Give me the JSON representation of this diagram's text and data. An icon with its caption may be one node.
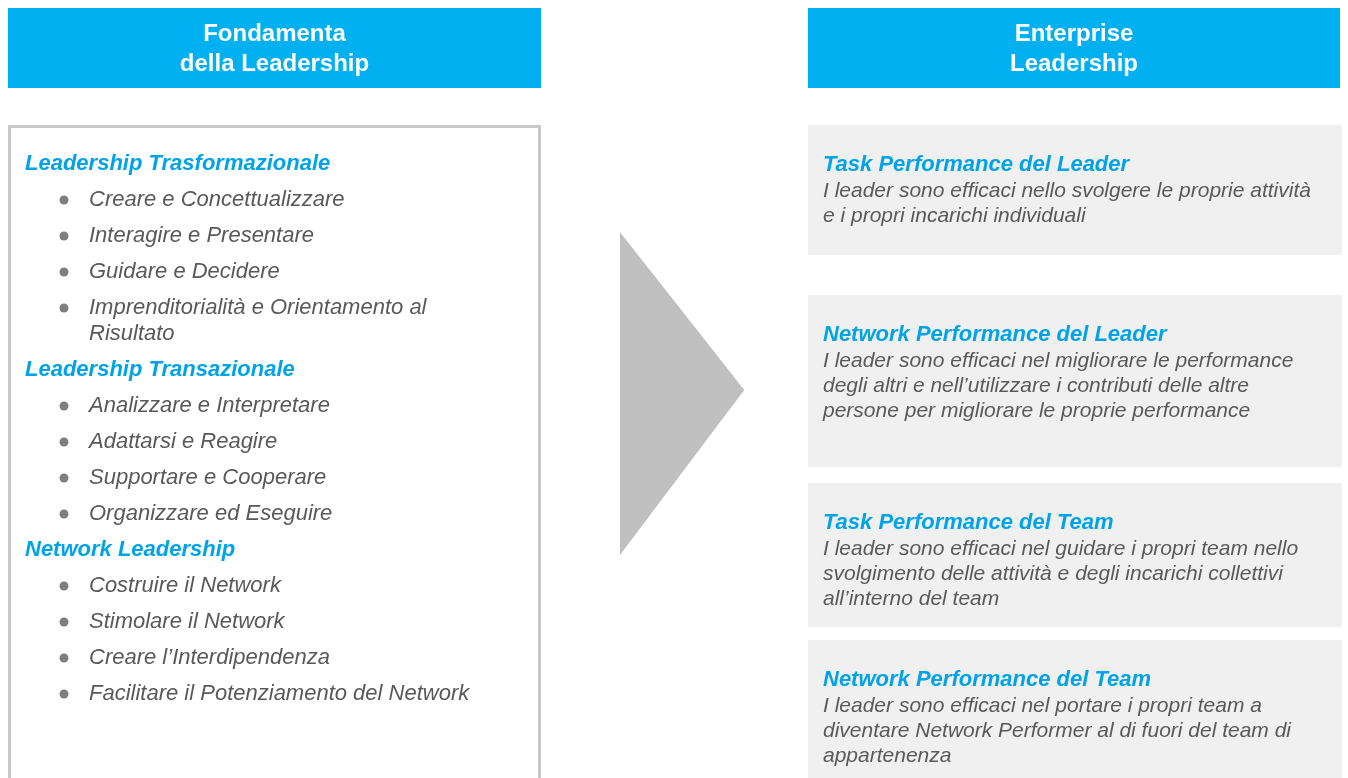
{
  "diagram": {
    "nodes": [
      {
        "text": [
          "Fondamenta della Leadership"
        ]
      },
      {
        "text": [
          "Enterprise Leadership"
        ]
      },
      {
        "text": [
          "Leadership Trasformazionale",
          "Creare e Concettualizzare",
          "Interagire e Presentare",
          "Guidare e Decidere",
          "Imprenditorialità e Orientamento al Risultato",
          "Leadership Transazionale",
          "Analizzare e Interpretare",
          "Adattarsi e Reagire",
          "Supportare e Cooperare",
          "Organizzare ed Eseguire",
          "Network Leadership",
          "Costruire il Network",
          "Stimolare il Network",
          "Creare l’Interdipendenza",
          "Facilitare il Potenziamento del Network"
        ]
      },
      {
        "text": [
          "Task Performance del Leader",
          "I leader sono efficaci nello svolgere le proprie attività e i propri incarichi individuali"
        ]
      },
      {
        "text": [
          "Network Performance del Leader",
          "I leader sono efficaci nel migliorare le performance degli altri e nell’utilizzare i contributi delle altre persone per migliorare le proprie performance"
        ]
      },
      {
        "text": [
          "Task Performance del Team",
          "I leader sono efficaci nel guidare i propri team nello svolgimento delle attività e degli incarichi collettivi all’interno del team"
        ]
      },
      {
        "text": [
          "Network Performance del Team",
          "I leader sono efficaci nel portare i propri team a diventare Network Performer al di fuori del team di appartenenza"
        ]
      }
    ],
    "edges": [
      {
        "from": 2,
        "to": 3,
        "arrow": "to"
      },
      {
        "from": 2,
        "to": 4,
        "arrow": "to"
      },
      {
        "from": 2,
        "to": 5,
        "arrow": "to"
      },
      {
        "from": 2,
        "to": 6,
        "arrow": "to"
      }
    ]
  }
}
